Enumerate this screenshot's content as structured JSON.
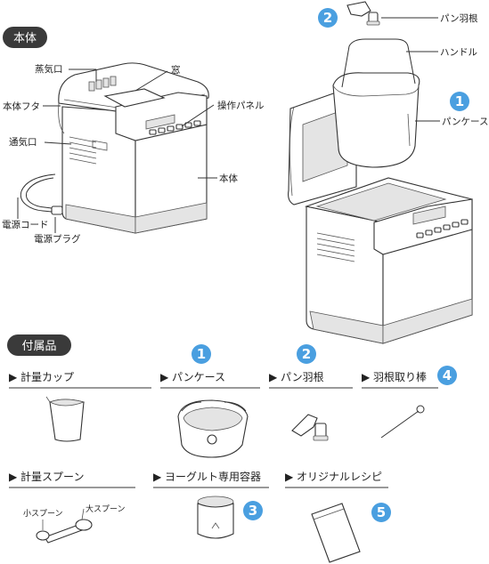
{
  "sections": {
    "main_unit": "本体",
    "accessories": "付属品"
  },
  "colors": {
    "badge_fill": "#4a9fe0",
    "section_fill": "#3a3a3a"
  },
  "main_unit_labels": {
    "steam_vent": "蒸気口",
    "window": "窓",
    "lid": "本体フタ",
    "control_panel": "操作パネル",
    "air_vent": "通気口",
    "body": "本体",
    "power_cord": "電源コード",
    "power_plug": "電源プラグ",
    "kneading_blade": "パン羽根",
    "handle": "ハンドル",
    "bread_case": "パンケース"
  },
  "badges": {
    "blade": "2",
    "case": "1"
  },
  "accessories": [
    {
      "label": "計量カップ",
      "number": ""
    },
    {
      "label": "パンケース",
      "number": "1"
    },
    {
      "label": "パン羽根",
      "number": "2"
    },
    {
      "label": "羽根取り棒",
      "number": "4"
    },
    {
      "label": "計量スプーン",
      "number": ""
    },
    {
      "label": "ヨーグルト専用容器",
      "number": "3"
    },
    {
      "label": "オリジナルレシピ",
      "number": "5"
    }
  ],
  "spoon_labels": {
    "small": "小スプーン",
    "large": "大スプーン"
  }
}
